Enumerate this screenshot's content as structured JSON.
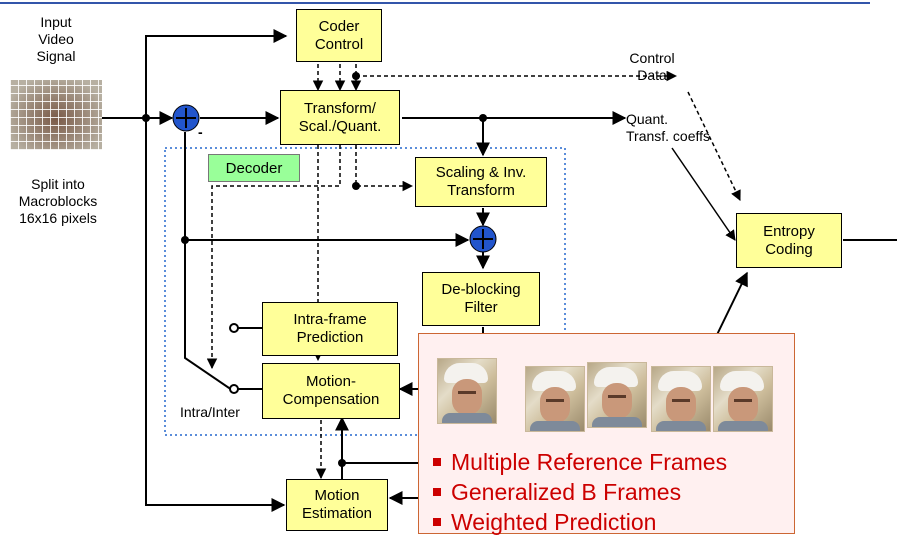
{
  "input": {
    "caption": "Input\nVideo\nSignal",
    "split_caption": "Split into\nMacroblocks\n16x16 pixels"
  },
  "blocks": {
    "coder_control": "Coder\nControl",
    "transform": "Transform/\nScal./Quant.",
    "scaling_inv": "Scaling & Inv.\nTransform",
    "deblocking": "De-blocking\nFilter",
    "intra_pred": "Intra-frame\nPrediction",
    "motion_comp": "Motion-\nCompensation",
    "motion_est": "Motion\nEstimation",
    "entropy": "Entropy\nCoding"
  },
  "labels": {
    "decoder": "Decoder",
    "control_data": "Control\nData",
    "quant_coeffs": "Quant.\nTransf. coeffs",
    "minus": "-",
    "intra_inter": "Intra/Inter"
  },
  "features": [
    "Multiple Reference Frames",
    "Generalized B Frames",
    "Weighted Prediction"
  ],
  "colors": {
    "block_fill": "#ffff99",
    "decoder_tag": "#99ff99",
    "adder": "#2255cc",
    "feature_text": "#cc0000",
    "dotted_border": "#5b8dd9"
  }
}
